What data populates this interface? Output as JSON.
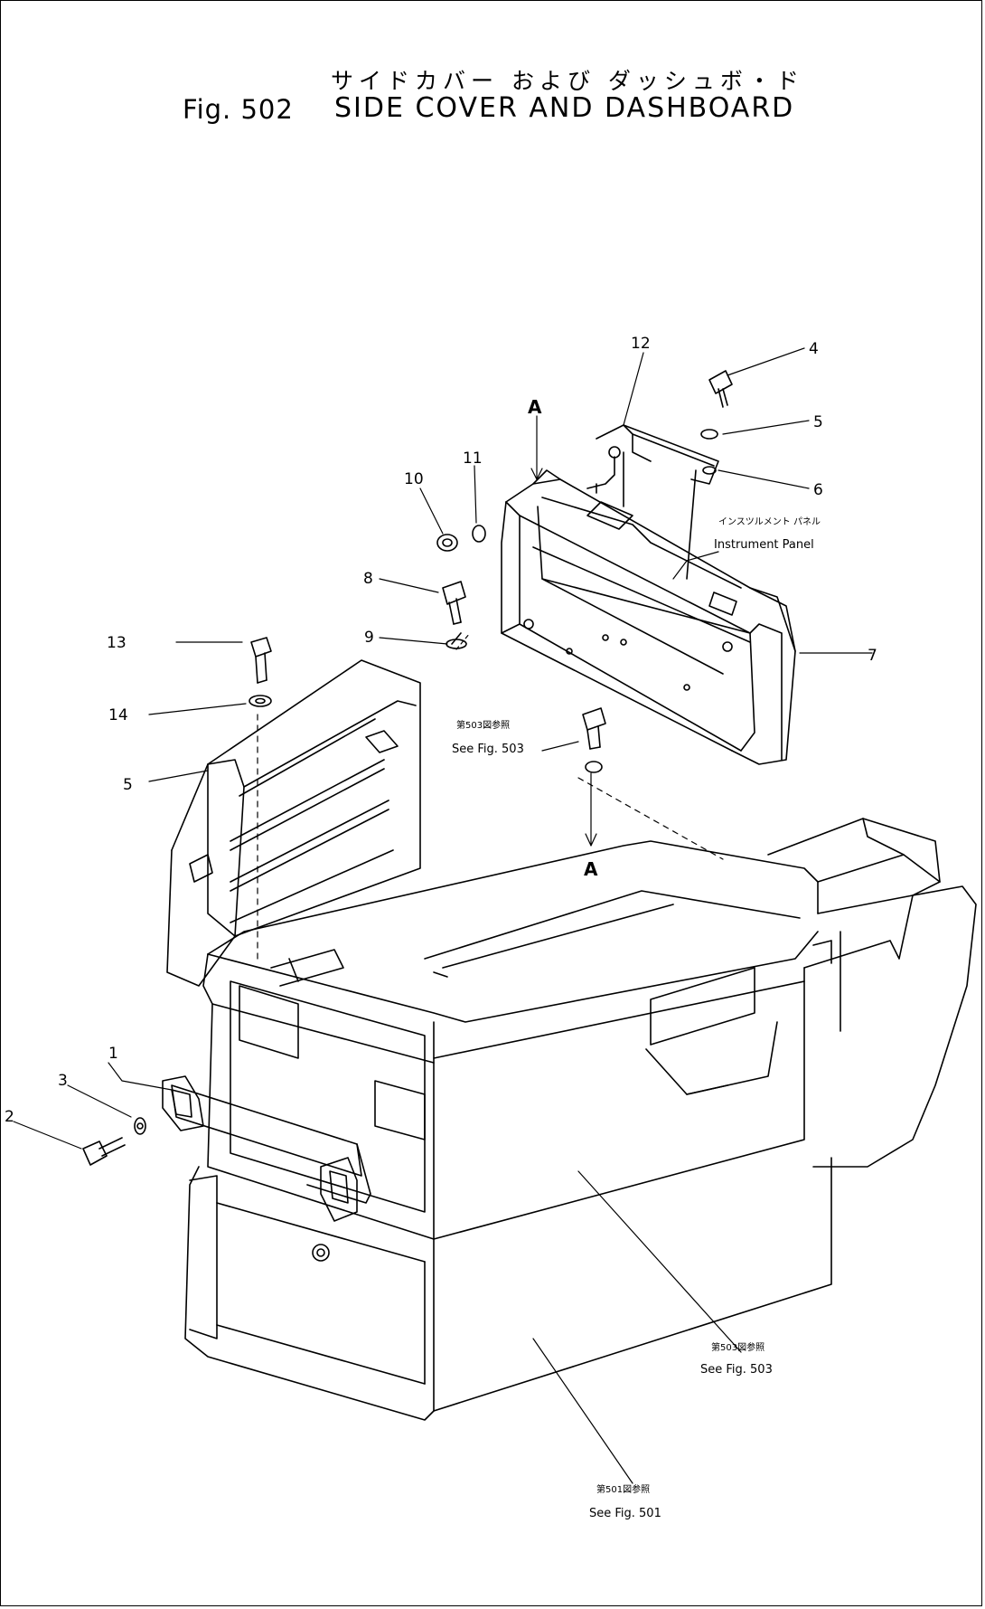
{
  "title": {
    "japanese": "サイドカバー および ダッシュボ・ド",
    "figure": "Fig. 502",
    "english": "SIDE COVER AND DASHBOARD"
  },
  "callouts": [
    "1",
    "2",
    "3",
    "4",
    "5",
    "6",
    "7",
    "8",
    "9",
    "10",
    "11",
    "12",
    "13",
    "14",
    "5"
  ],
  "section_marker": "A",
  "notes": {
    "instrument_panel_jp": "インスツルメント パネル",
    "instrument_panel": "Instrument Panel",
    "see_503_upper_jp": "第503図参照",
    "see_503_upper": "See Fig. 503",
    "see_503_lower_jp": "第503図参照",
    "see_503_lower": "See Fig. 503",
    "see_501_jp": "第501図参照",
    "see_501": "See Fig. 501"
  },
  "colors": {
    "ink": "#000000",
    "paper": "#ffffff"
  }
}
